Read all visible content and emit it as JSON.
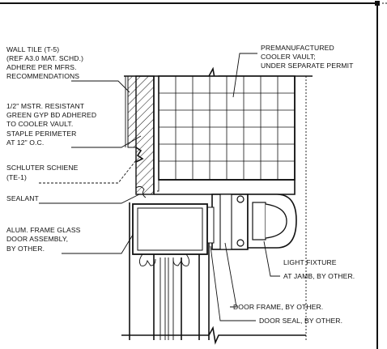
{
  "callouts": {
    "wall_tile": [
      "WALL TILE (T-5)",
      "(REF A3.0 MAT. SCHD.)",
      "ADHERE PER MFRS.",
      "RECOMMENDATIONS"
    ],
    "gyp_bd": [
      "1/2\" MSTR. RESISTANT",
      "GREEN GYP BD ADHERED",
      "TO COOLER VAULT.",
      "STAPLE PERIMETER",
      "AT 12\" O.C."
    ],
    "schluter": [
      "SCHLUTER SCHIENE",
      "(TE-1)"
    ],
    "sealant": [
      "SEALANT"
    ],
    "door_assembly": [
      "ALUM. FRAME GLASS",
      "DOOR ASSEMBLY,",
      "BY OTHER."
    ],
    "cooler_vault": [
      "PREMANUFACTURED",
      "COOLER VAULT;",
      "UNDER SEPARATE PERMIT"
    ],
    "light_fixture": [
      "LIGHT FIXTURE",
      "AT JAMB, BY OTHER."
    ],
    "door_frame": [
      "DOOR FRAME, BY OTHER."
    ],
    "door_seal": [
      "DOOR SEAL, BY OTHER."
    ]
  },
  "colors": {
    "ink": "#111111",
    "paper": "#ffffff"
  }
}
